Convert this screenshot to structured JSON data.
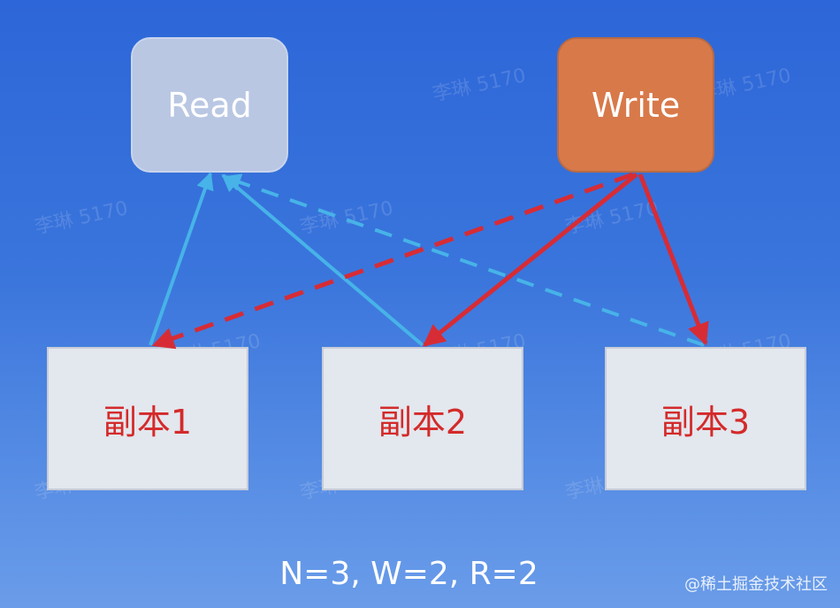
{
  "nodes": {
    "read": "Read",
    "write": "Write",
    "replicas": [
      "副本1",
      "副本2",
      "副本3"
    ]
  },
  "formula": "N=3, W=2, R=2",
  "credit": "@稀土掘金技术社区",
  "watermark": "李琳 5170",
  "colors": {
    "background_top": "#2d66d8",
    "background_bottom": "#6a9ce9",
    "read_box": "#b9c7e3",
    "write_box": "#d8794a",
    "replica_box": "#e3e7ee",
    "replica_text": "#d42a2a",
    "read_arrow": "#47b3e8",
    "write_arrow": "#d72c35"
  },
  "edges": [
    {
      "from": "副本1",
      "to": "Read",
      "style": "solid",
      "color": "read"
    },
    {
      "from": "副本2",
      "to": "Read",
      "style": "solid",
      "color": "read"
    },
    {
      "from": "副本3",
      "to": "Read",
      "style": "dashed",
      "color": "read"
    },
    {
      "from": "Write",
      "to": "副本1",
      "style": "dashed",
      "color": "write"
    },
    {
      "from": "Write",
      "to": "副本2",
      "style": "solid",
      "color": "write"
    },
    {
      "from": "Write",
      "to": "副本3",
      "style": "solid",
      "color": "write"
    }
  ]
}
